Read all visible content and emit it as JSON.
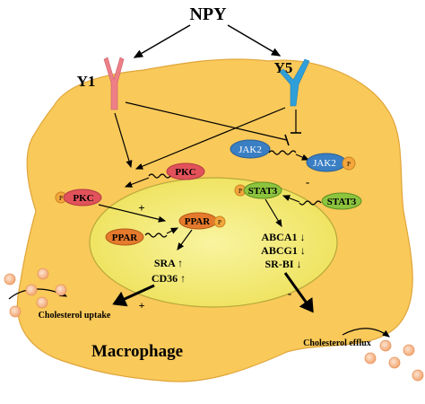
{
  "labels": {
    "npy": "NPY",
    "y1": "Y1",
    "y5": "Y5",
    "jak2_top": "JAK2",
    "jak2_right": "JAK2",
    "jak2_p": "P",
    "pkc_center": "PKC",
    "pkc_left": "PKC",
    "pkc_p": "P",
    "stat3_left": "STAT3",
    "stat3_left_p": "P",
    "stat3_right": "STAT3",
    "ppar_left": "PPAR",
    "ppar_right": "PPAR",
    "ppar_p": "P",
    "plus_pkc_ppar": "+",
    "minus_stat3": "-",
    "sra": "SRA ↑",
    "cd36": "CD36 ↑",
    "abca1": "ABCA1 ↓",
    "abcg1": "ABCG1 ↓",
    "srbi": "SR-BI ↓",
    "plus_uptake": "+",
    "minus_efflux": "-",
    "cholesterol_uptake": "Cholesterol uptake",
    "cholesterol_efflux": "Cholesterol efflux",
    "macrophage": "Macrophage"
  },
  "colors": {
    "cell_fill": "#f9c95a",
    "nucleus_fill": "#f6ee71",
    "y1_receptor": "#ee7f87",
    "y5_receptor": "#2f9fda",
    "jak2_fill": "#3a7fc4",
    "pkc_fill": "#e2525a",
    "stat3_fill": "#8cc43e",
    "ppar_fill": "#e57a2c",
    "phospho_fill": "#f4a73c",
    "lipid_droplet": "#f4b080"
  }
}
